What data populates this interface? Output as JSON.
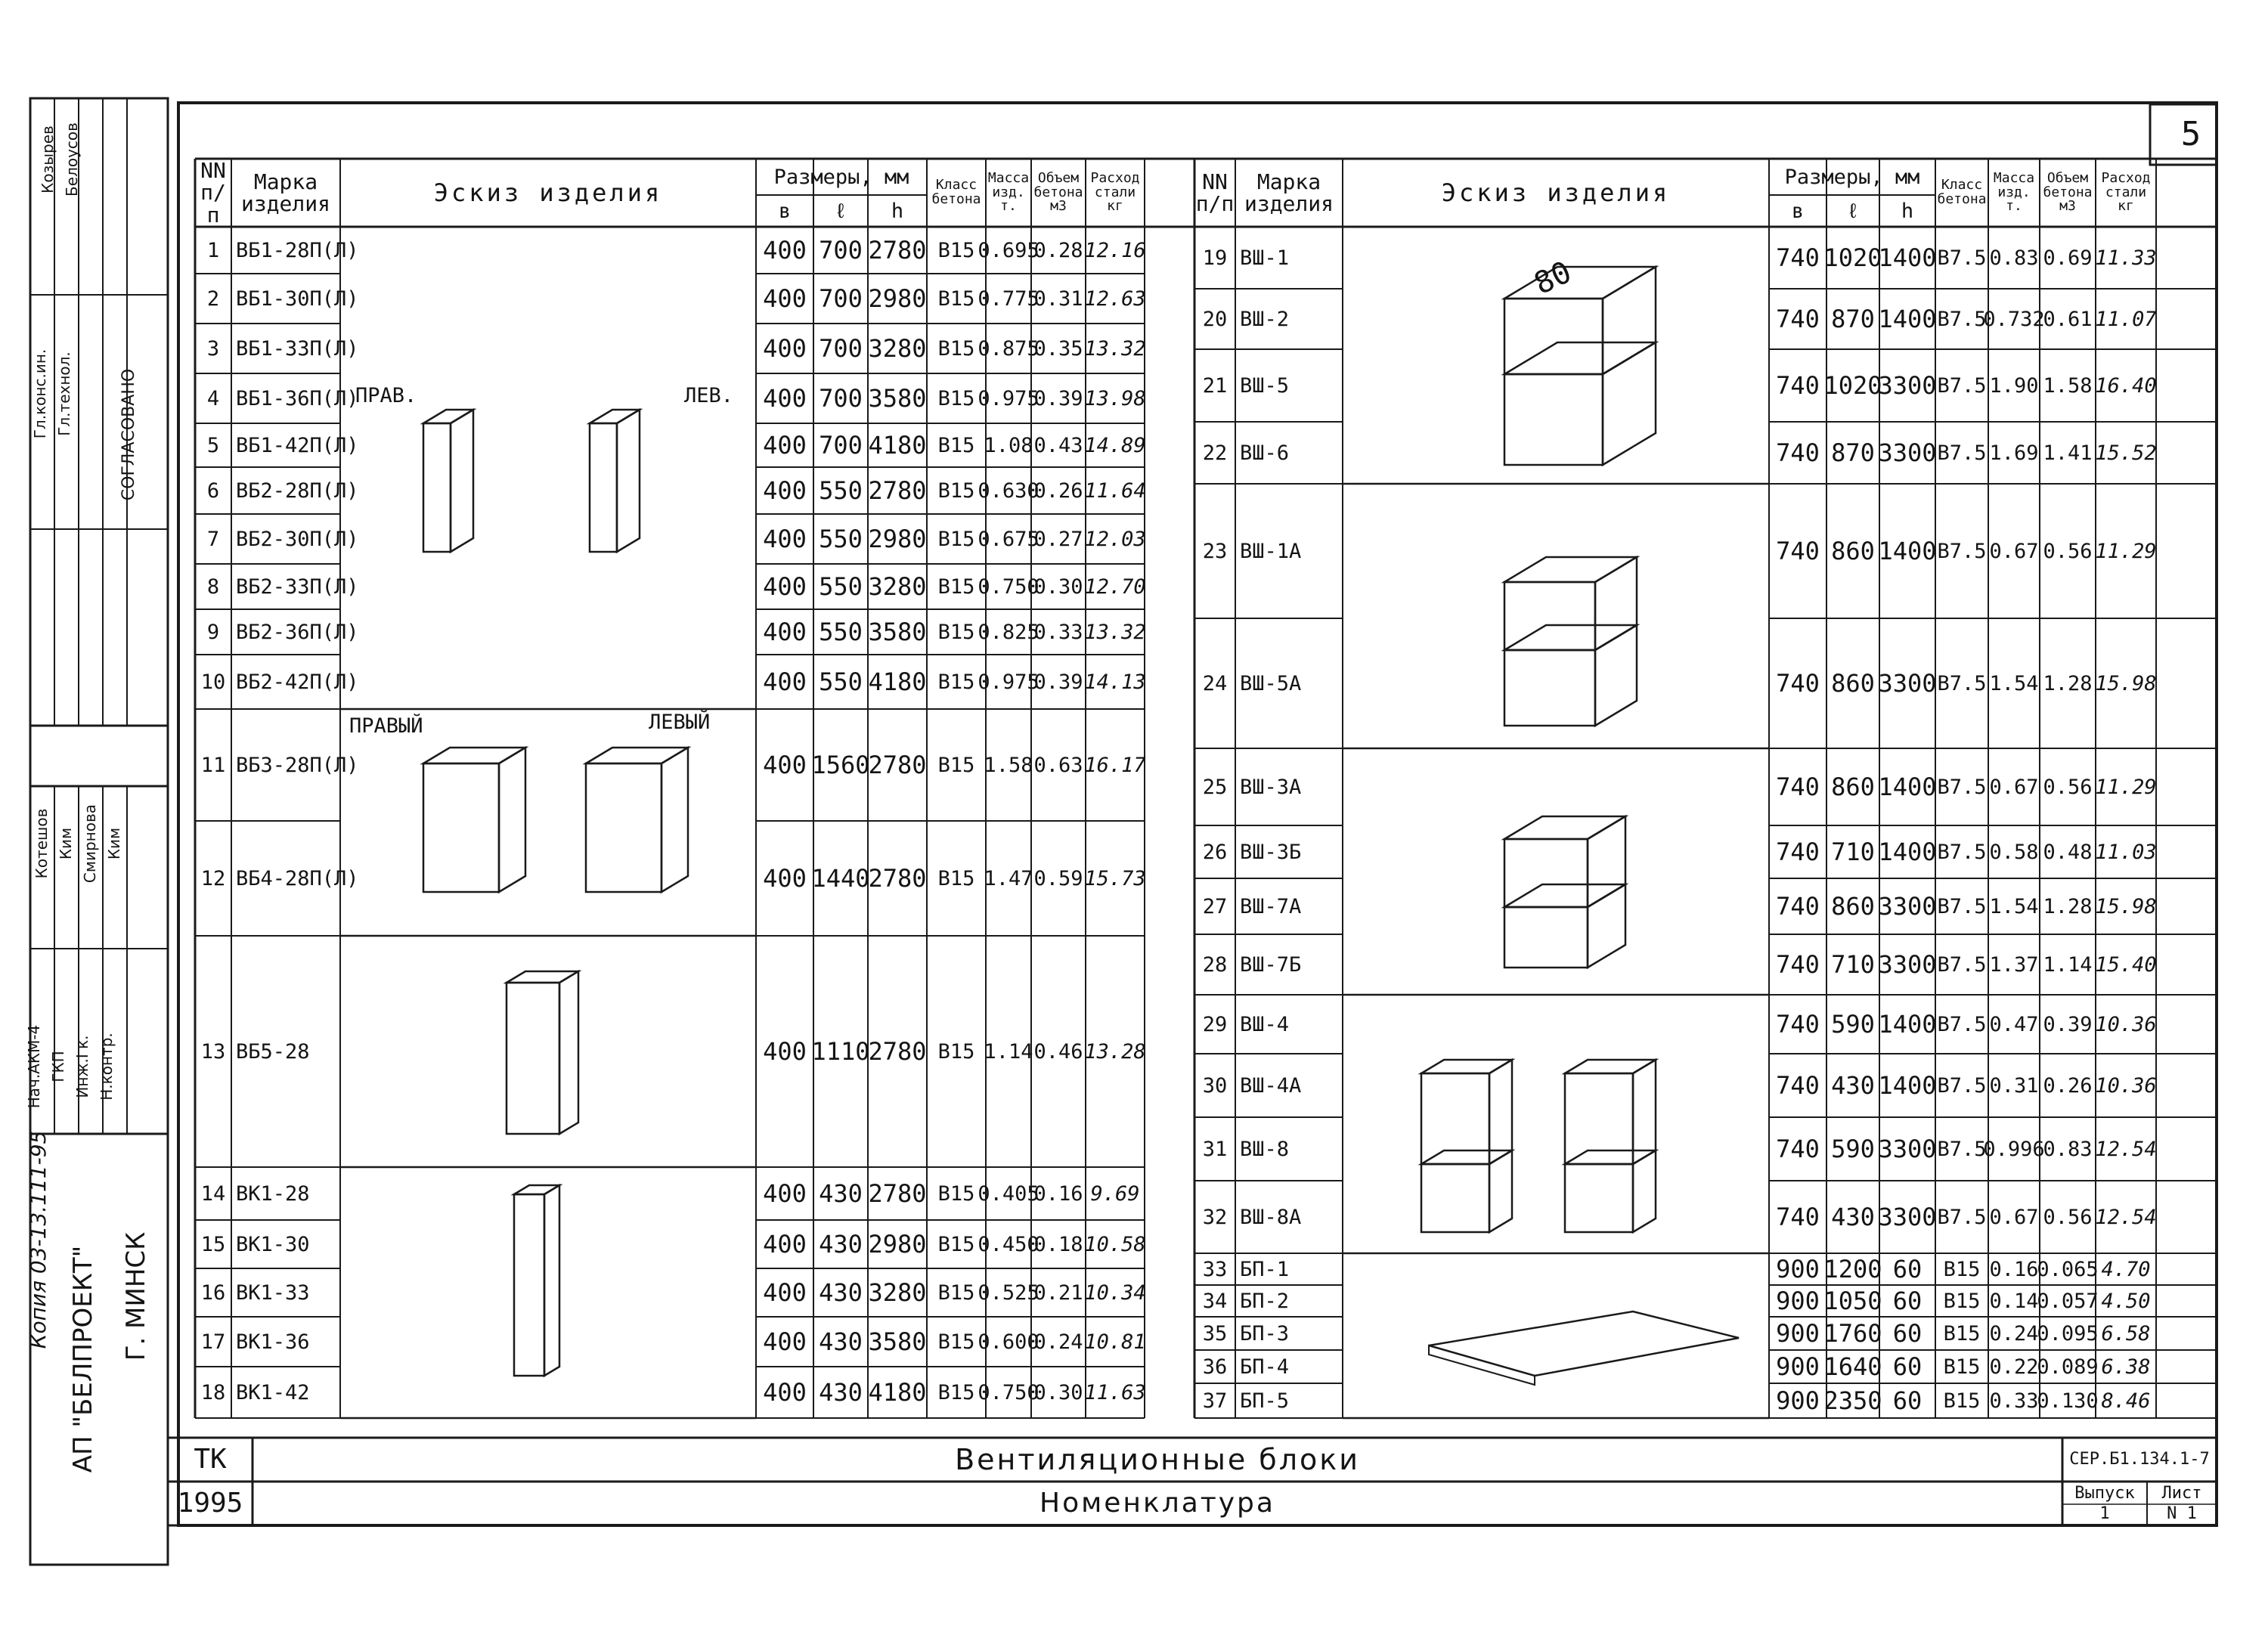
{
  "sheet_number": "5",
  "header": {
    "nn": "NN п/п",
    "mark": "Марка изделия",
    "sketch": "Эскиз изделия",
    "dims": "Размеры, мм",
    "b": "в",
    "l": "ℓ",
    "h": "h",
    "concrete": "Класс бетона",
    "mass": "Масса изд. т.",
    "volume": "Объем бетона м3",
    "steel": "Расход стали кг"
  },
  "sketch_labels": {
    "prav": "ПРАВ.",
    "lev": "ЛЕВ.",
    "pravyi": "ПРАВЫЙ",
    "levyi": "ЛЕВЫЙ",
    "vsh_mark": "80"
  },
  "rows_left": [
    {
      "n": "1",
      "mark": "ВБ1-28П(Л)",
      "b": "400",
      "l": "700",
      "h": "2780",
      "cls": "В15",
      "mass": "0.695",
      "vol": "0.28",
      "steel": "12.16"
    },
    {
      "n": "2",
      "mark": "ВБ1-30П(Л)",
      "b": "400",
      "l": "700",
      "h": "2980",
      "cls": "В15",
      "mass": "0.775",
      "vol": "0.31",
      "steel": "12.63"
    },
    {
      "n": "3",
      "mark": "ВБ1-33П(Л)",
      "b": "400",
      "l": "700",
      "h": "3280",
      "cls": "В15",
      "mass": "0.875",
      "vol": "0.35",
      "steel": "13.32"
    },
    {
      "n": "4",
      "mark": "ВБ1-36П(Л)",
      "b": "400",
      "l": "700",
      "h": "3580",
      "cls": "В15",
      "mass": "0.975",
      "vol": "0.39",
      "steel": "13.98"
    },
    {
      "n": "5",
      "mark": "ВБ1-42П(Л)",
      "b": "400",
      "l": "700",
      "h": "4180",
      "cls": "В15",
      "mass": "1.08",
      "vol": "0.43",
      "steel": "14.89"
    },
    {
      "n": "6",
      "mark": "ВБ2-28П(Л)",
      "b": "400",
      "l": "550",
      "h": "2780",
      "cls": "В15",
      "mass": "0.630",
      "vol": "0.26",
      "steel": "11.64"
    },
    {
      "n": "7",
      "mark": "ВБ2-30П(Л)",
      "b": "400",
      "l": "550",
      "h": "2980",
      "cls": "В15",
      "mass": "0.675",
      "vol": "0.27",
      "steel": "12.03"
    },
    {
      "n": "8",
      "mark": "ВБ2-33П(Л)",
      "b": "400",
      "l": "550",
      "h": "3280",
      "cls": "В15",
      "mass": "0.750",
      "vol": "0.30",
      "steel": "12.70"
    },
    {
      "n": "9",
      "mark": "ВБ2-36П(Л)",
      "b": "400",
      "l": "550",
      "h": "3580",
      "cls": "В15",
      "mass": "0.825",
      "vol": "0.33",
      "steel": "13.32"
    },
    {
      "n": "10",
      "mark": "ВБ2-42П(Л)",
      "b": "400",
      "l": "550",
      "h": "4180",
      "cls": "В15",
      "mass": "0.975",
      "vol": "0.39",
      "steel": "14.13"
    },
    {
      "n": "11",
      "mark": "ВБ3-28П(Л)",
      "b": "400",
      "l": "1560",
      "h": "2780",
      "cls": "В15",
      "mass": "1.58",
      "vol": "0.63",
      "steel": "16.17"
    },
    {
      "n": "12",
      "mark": "ВБ4-28П(Л)",
      "b": "400",
      "l": "1440",
      "h": "2780",
      "cls": "В15",
      "mass": "1.47",
      "vol": "0.59",
      "steel": "15.73"
    },
    {
      "n": "13",
      "mark": "ВБ5-28",
      "b": "400",
      "l": "1110",
      "h": "2780",
      "cls": "В15",
      "mass": "1.14",
      "vol": "0.46",
      "steel": "13.28"
    },
    {
      "n": "14",
      "mark": "ВК1-28",
      "b": "400",
      "l": "430",
      "h": "2780",
      "cls": "В15",
      "mass": "0.405",
      "vol": "0.16",
      "steel": "9.69"
    },
    {
      "n": "15",
      "mark": "ВК1-30",
      "b": "400",
      "l": "430",
      "h": "2980",
      "cls": "В15",
      "mass": "0.450",
      "vol": "0.18",
      "steel": "10.58"
    },
    {
      "n": "16",
      "mark": "ВК1-33",
      "b": "400",
      "l": "430",
      "h": "3280",
      "cls": "В15",
      "mass": "0.525",
      "vol": "0.21",
      "steel": "10.34"
    },
    {
      "n": "17",
      "mark": "ВК1-36",
      "b": "400",
      "l": "430",
      "h": "3580",
      "cls": "В15",
      "mass": "0.600",
      "vol": "0.24",
      "steel": "10.81"
    },
    {
      "n": "18",
      "mark": "ВК1-42",
      "b": "400",
      "l": "430",
      "h": "4180",
      "cls": "В15",
      "mass": "0.750",
      "vol": "0.30",
      "steel": "11.63"
    }
  ],
  "rows_right": [
    {
      "n": "19",
      "mark": "ВШ-1",
      "b": "740",
      "l": "1020",
      "h": "1400",
      "cls": "В7.5",
      "mass": "0.83",
      "vol": "0.69",
      "steel": "11.33"
    },
    {
      "n": "20",
      "mark": "ВШ-2",
      "b": "740",
      "l": "870",
      "h": "1400",
      "cls": "В7.5",
      "mass": "0.732",
      "vol": "0.61",
      "steel": "11.07"
    },
    {
      "n": "21",
      "mark": "ВШ-5",
      "b": "740",
      "l": "1020",
      "h": "3300",
      "cls": "В7.5",
      "mass": "1.90",
      "vol": "1.58",
      "steel": "16.40"
    },
    {
      "n": "22",
      "mark": "ВШ-6",
      "b": "740",
      "l": "870",
      "h": "3300",
      "cls": "В7.5",
      "mass": "1.69",
      "vol": "1.41",
      "steel": "15.52"
    },
    {
      "n": "23",
      "mark": "ВШ-1А",
      "b": "740",
      "l": "860",
      "h": "1400",
      "cls": "В7.5",
      "mass": "0.67",
      "vol": "0.56",
      "steel": "11.29"
    },
    {
      "n": "24",
      "mark": "ВШ-5А",
      "b": "740",
      "l": "860",
      "h": "3300",
      "cls": "В7.5",
      "mass": "1.54",
      "vol": "1.28",
      "steel": "15.98"
    },
    {
      "n": "25",
      "mark": "ВШ-3А",
      "b": "740",
      "l": "860",
      "h": "1400",
      "cls": "В7.5",
      "mass": "0.67",
      "vol": "0.56",
      "steel": "11.29"
    },
    {
      "n": "26",
      "mark": "ВШ-3Б",
      "b": "740",
      "l": "710",
      "h": "1400",
      "cls": "В7.5",
      "mass": "0.58",
      "vol": "0.48",
      "steel": "11.03"
    },
    {
      "n": "27",
      "mark": "ВШ-7А",
      "b": "740",
      "l": "860",
      "h": "3300",
      "cls": "В7.5",
      "mass": "1.54",
      "vol": "1.28",
      "steel": "15.98"
    },
    {
      "n": "28",
      "mark": "ВШ-7Б",
      "b": "740",
      "l": "710",
      "h": "3300",
      "cls": "В7.5",
      "mass": "1.37",
      "vol": "1.14",
      "steel": "15.40"
    },
    {
      "n": "29",
      "mark": "ВШ-4",
      "b": "740",
      "l": "590",
      "h": "1400",
      "cls": "В7.5",
      "mass": "0.47",
      "vol": "0.39",
      "steel": "10.36"
    },
    {
      "n": "30",
      "mark": "ВШ-4А",
      "b": "740",
      "l": "430",
      "h": "1400",
      "cls": "В7.5",
      "mass": "0.31",
      "vol": "0.26",
      "steel": "10.36"
    },
    {
      "n": "31",
      "mark": "ВШ-8",
      "b": "740",
      "l": "590",
      "h": "3300",
      "cls": "В7.5",
      "mass": "0.996",
      "vol": "0.83",
      "steel": "12.54"
    },
    {
      "n": "32",
      "mark": "ВШ-8А",
      "b": "740",
      "l": "430",
      "h": "3300",
      "cls": "В7.5",
      "mass": "0.67",
      "vol": "0.56",
      "steel": "12.54"
    },
    {
      "n": "33",
      "mark": "БП-1",
      "b": "900",
      "l": "1200",
      "h": "60",
      "cls": "В15",
      "mass": "0.16",
      "vol": "0.065",
      "steel": "4.70"
    },
    {
      "n": "34",
      "mark": "БП-2",
      "b": "900",
      "l": "1050",
      "h": "60",
      "cls": "В15",
      "mass": "0.14",
      "vol": "0.057",
      "steel": "4.50"
    },
    {
      "n": "35",
      "mark": "БП-3",
      "b": "900",
      "l": "1760",
      "h": "60",
      "cls": "В15",
      "mass": "0.24",
      "vol": "0.095",
      "steel": "6.58"
    },
    {
      "n": "36",
      "mark": "БП-4",
      "b": "900",
      "l": "1640",
      "h": "60",
      "cls": "В15",
      "mass": "0.22",
      "vol": "0.089",
      "steel": "6.38"
    },
    {
      "n": "37",
      "mark": "БП-5",
      "b": "900",
      "l": "2350",
      "h": "60",
      "cls": "В15",
      "mass": "0.33",
      "vol": "0.130",
      "steel": "8.46"
    }
  ],
  "title_block": {
    "tk": "ТК",
    "year": "1995",
    "title": "Вентиляционные блоки",
    "subtitle": "Номенклатура",
    "series": "СЕР.Б1.134.1-7",
    "issue_label": "Выпуск",
    "issue_value": "1",
    "sheet_label": "Лист",
    "sheet_value": "N 1"
  },
  "side_stamp": {
    "org": "АП \"БЕЛПРОЕКТ\"",
    "city": "Г. МИНСК",
    "handnote": "Копия 03-13.111-95",
    "agreed": "СОГЛАСОВАНО",
    "top_roles": [
      "Гл.конс.ин.",
      "Гл.технол."
    ],
    "top_names": [
      "Козырев",
      "Белоусов"
    ],
    "bottom_roles": [
      "Нач.АКМ-4",
      "ГКП",
      "Инж.I к.",
      "Н.контр."
    ],
    "bottom_names": [
      "Котешов",
      "Ким",
      "Смирнова",
      "Ким"
    ]
  }
}
